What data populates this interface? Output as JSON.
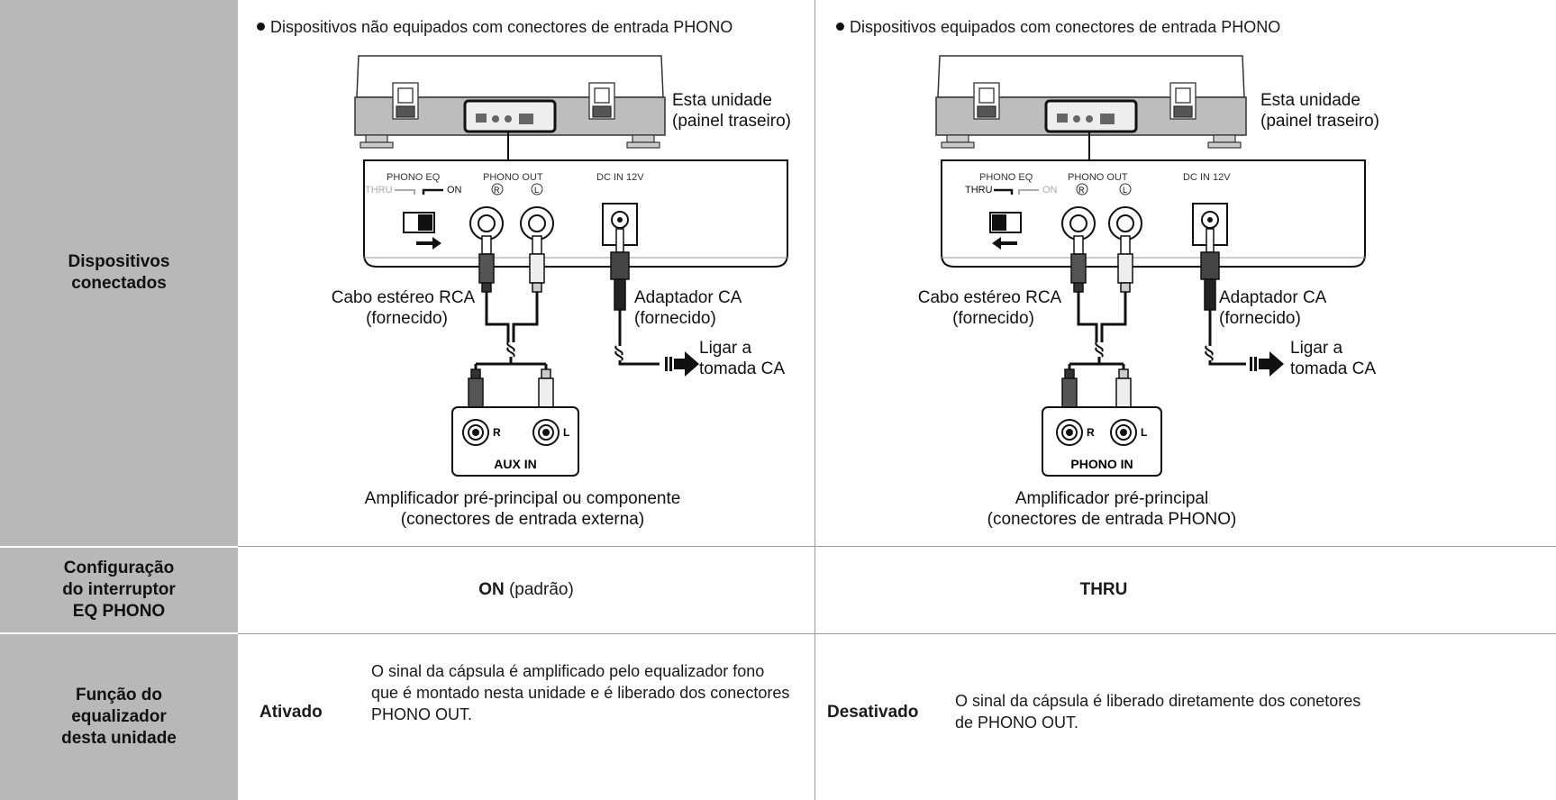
{
  "rows": {
    "devices_header": "Dispositivos conectados",
    "config_header": "Configuração do interruptor EQ PHONO",
    "function_header": "Função do equalizador desta unidade"
  },
  "left": {
    "bullet": "Dispositivos não equipados com conectores de entrada PHONO",
    "unit_label_1": "Esta unidade",
    "unit_label_2": "(painel traseiro)",
    "panel": {
      "phono_eq": "PHONO EQ",
      "thru": "THRU",
      "on": "ON",
      "phono_out": "PHONO OUT",
      "r": "R",
      "l": "L",
      "dc_in": "DC IN 12V"
    },
    "cable_label_1": "Cabo estéreo RCA",
    "cable_label_2": "(fornecido)",
    "adapter_label_1": "Adaptador CA",
    "adapter_label_2": "(fornecido)",
    "outlet_label_1": "Ligar a",
    "outlet_label_2": "tomada CA",
    "jack_r": "R",
    "jack_l": "L",
    "input_name": "AUX IN",
    "amp_label_1": "Amplificador pré-principal ou componente",
    "amp_label_2": "(conectores de entrada externa)",
    "config_value_bold": "ON",
    "config_value_rest": " (padrão)",
    "function_term": "Ativado",
    "function_desc": "O sinal da cápsula é amplificado pelo equalizador fono que é montado nesta unidade e é liberado dos conectores PHONO OUT."
  },
  "right": {
    "bullet": "Dispositivos equipados com conectores de entrada PHONO",
    "unit_label_1": "Esta unidade",
    "unit_label_2": "(painel traseiro)",
    "panel": {
      "phono_eq": "PHONO EQ",
      "thru": "THRU",
      "on": "ON",
      "phono_out": "PHONO OUT",
      "r": "R",
      "l": "L",
      "dc_in": "DC IN 12V"
    },
    "cable_label_1": "Cabo estéreo RCA",
    "cable_label_2": "(fornecido)",
    "adapter_label_1": "Adaptador CA",
    "adapter_label_2": "(fornecido)",
    "outlet_label_1": "Ligar a",
    "outlet_label_2": "tomada CA",
    "jack_r": "R",
    "jack_l": "L",
    "input_name": "PHONO IN",
    "amp_label_1": "Amplificador pré-principal",
    "amp_label_2": "(conectores de entrada PHONO)",
    "config_value_bold": "THRU",
    "config_value_rest": "",
    "function_term": "Desativado",
    "function_desc": "O sinal da cápsula é liberado diretamente dos conetores de PHONO OUT."
  }
}
